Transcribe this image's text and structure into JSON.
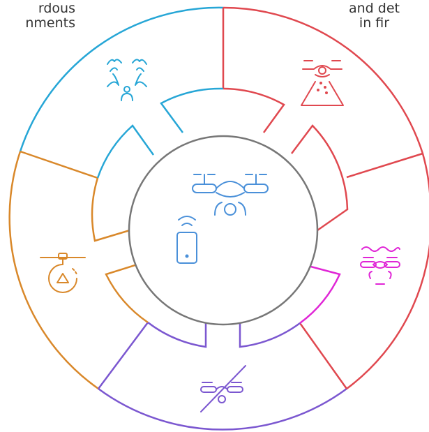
{
  "captions": {
    "top_left": "rdous\nnments",
    "top_right": "and det\nin fir"
  },
  "segments": [
    {
      "key": "search-rescue",
      "color": "#e0484f",
      "icon": "drone-spotlight-icon"
    },
    {
      "key": "water",
      "color": "#e026d6",
      "icon": "drone-water-icon"
    },
    {
      "key": "no-fly",
      "color": "#7b57d0",
      "icon": "drone-crossed-icon"
    },
    {
      "key": "inspection",
      "color": "#d9882a",
      "icon": "drone-warning-sensor-icon"
    },
    {
      "key": "hazardous",
      "color": "#26a6d6",
      "icon": "person-fire-icon"
    }
  ],
  "center": {
    "color": "#4a90d9",
    "icons": [
      "drone-icon",
      "smartphone-signal-icon"
    ]
  }
}
